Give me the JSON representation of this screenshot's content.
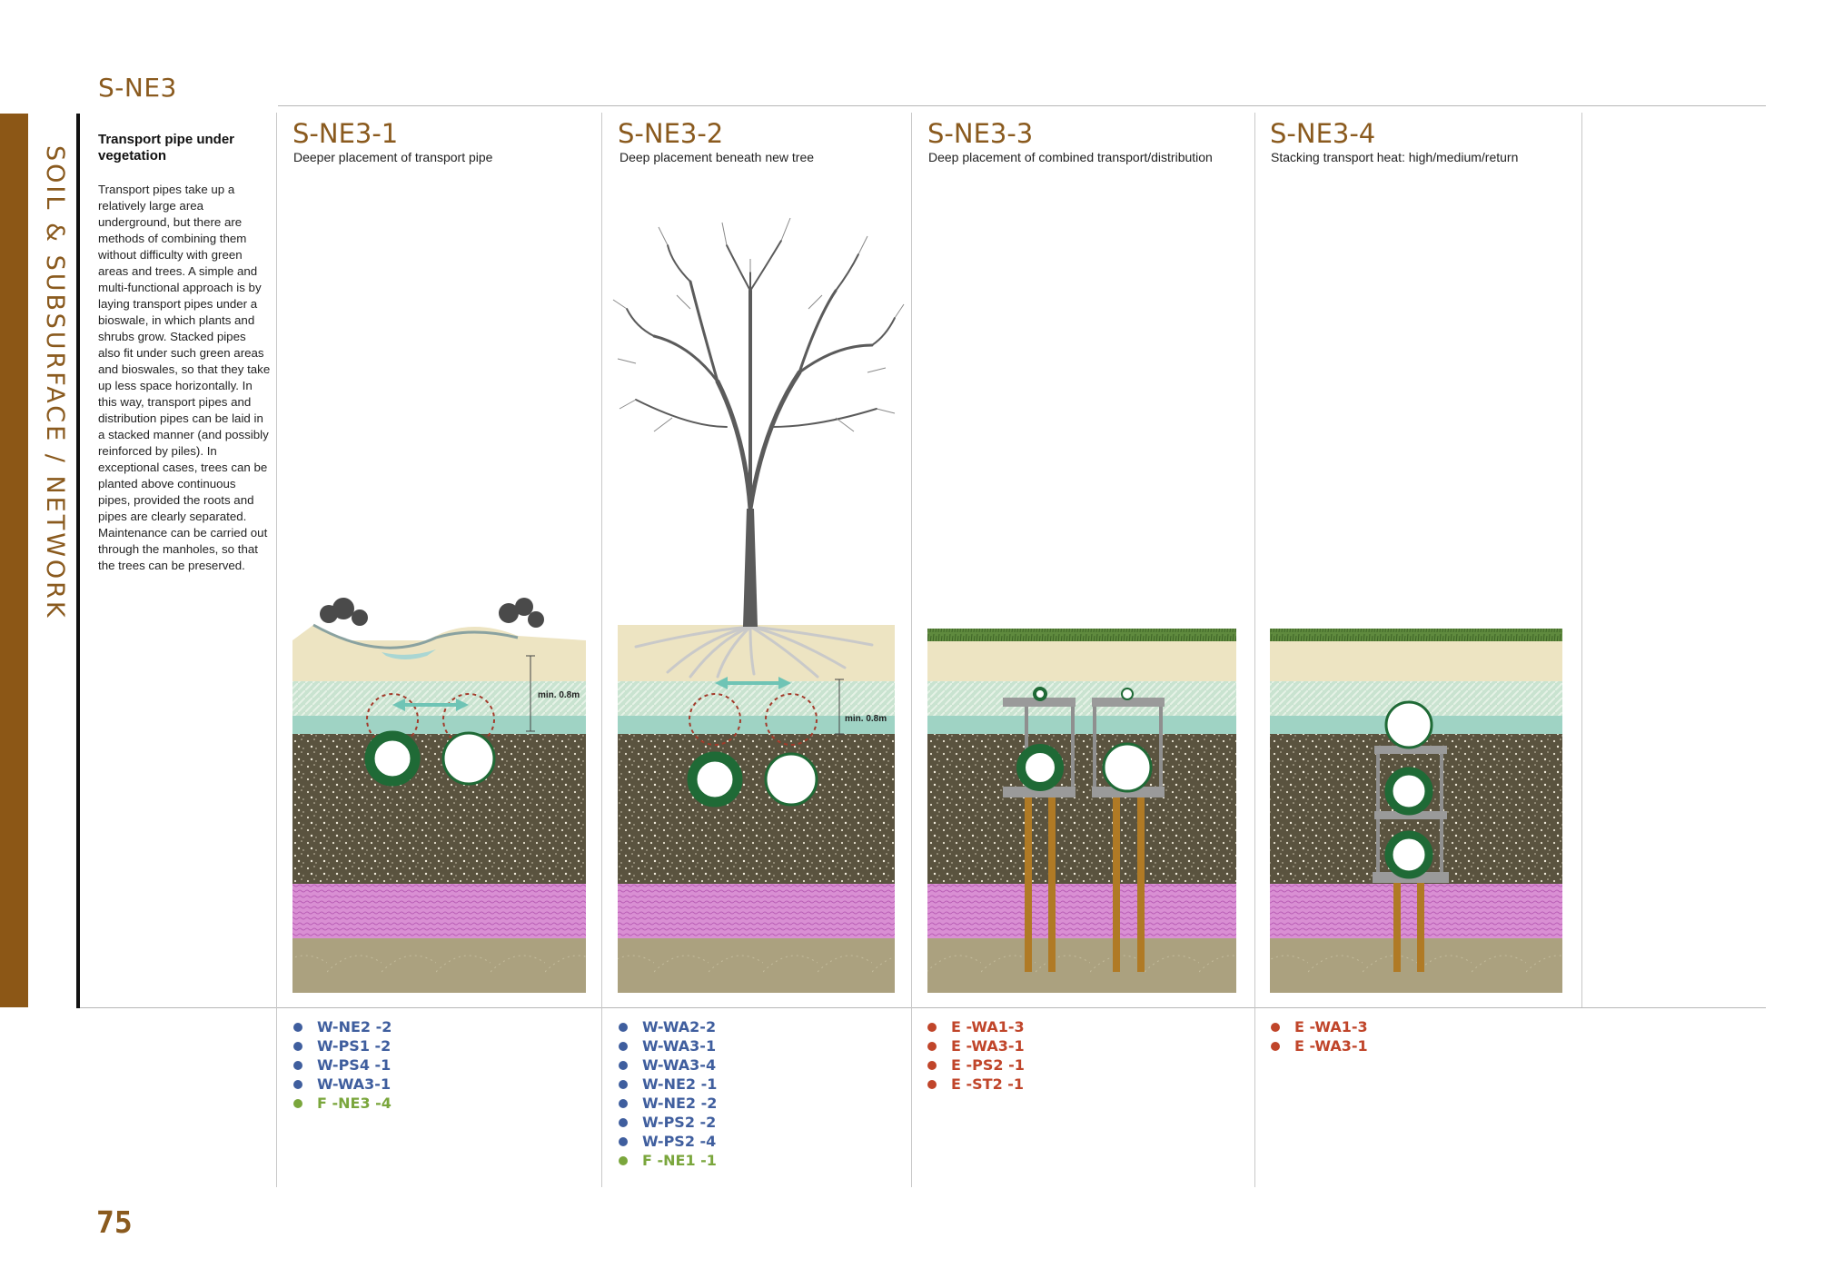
{
  "header": {
    "section_code": "S-NE3"
  },
  "sidebar": {
    "label": "SOIL & SUBSURFACE / NETWORK"
  },
  "intro": {
    "title": "Transport pipe under vegetation",
    "body": "Transport pipes take up a relatively large area underground, but there are methods of combining them without difficulty with green areas and trees. A simple and multi-functional approach is by laying transport pipes under a bioswale, in which plants and shrubs grow. Stacked pipes also fit under such green areas and bioswales, so that they take up less space horizontally. In this way, transport pipes and distribution pipes can be laid in a stacked manner (and possibly reinforced by piles). In exceptional cases, trees can be planted above continuous pipes, provided the roots and pipes are clearly separated. Maintenance can be carried out through the manholes, so that the trees can be preserved."
  },
  "columns": [
    {
      "code": "S-NE3-1",
      "subtitle": "Deeper placement of transport pipe",
      "annotation": "min. 0.8m",
      "refs": [
        {
          "text": "W-NE2 -2",
          "color": "#3f5e9e"
        },
        {
          "text": "W-PS1 -2",
          "color": "#3f5e9e"
        },
        {
          "text": "W-PS4 -1",
          "color": "#3f5e9e"
        },
        {
          "text": "W-WA3-1",
          "color": "#3f5e9e"
        },
        {
          "text": "F -NE3 -4",
          "color": "#7aa63c"
        }
      ]
    },
    {
      "code": "S-NE3-2",
      "subtitle": "Deep placement beneath new tree",
      "annotation": "min. 0.8m",
      "refs": [
        {
          "text": "W-WA2-2",
          "color": "#3f5e9e"
        },
        {
          "text": "W-WA3-1",
          "color": "#3f5e9e"
        },
        {
          "text": "W-WA3-4",
          "color": "#3f5e9e"
        },
        {
          "text": "W-NE2 -1",
          "color": "#3f5e9e"
        },
        {
          "text": "W-NE2 -2",
          "color": "#3f5e9e"
        },
        {
          "text": "W-PS2 -2",
          "color": "#3f5e9e"
        },
        {
          "text": "W-PS2 -4",
          "color": "#3f5e9e"
        },
        {
          "text": "F -NE1 -1",
          "color": "#7aa63c"
        }
      ]
    },
    {
      "code": "S-NE3-3",
      "subtitle": "Deep placement of combined transport/distribution",
      "refs": [
        {
          "text": "E -WA1-3",
          "color": "#c0452a"
        },
        {
          "text": "E -WA3-1",
          "color": "#c0452a"
        },
        {
          "text": "E -PS2 -1",
          "color": "#c0452a"
        },
        {
          "text": "E -ST2 -1",
          "color": "#c0452a"
        }
      ]
    },
    {
      "code": "S-NE3-4",
      "subtitle": "Stacking transport heat: high/medium/return",
      "refs": [
        {
          "text": "E -WA1-3",
          "color": "#c0452a"
        },
        {
          "text": "E -WA3-1",
          "color": "#c0452a"
        }
      ]
    }
  ],
  "page_number": "75",
  "colors": {
    "brand_brown": "#8c5716",
    "pipe_green": "#1f6a36",
    "soil_dark": "#5a533f",
    "clay_pink": "#d67fcf",
    "sand": "#ece2bf",
    "water_teal": "#9fd3c4"
  }
}
